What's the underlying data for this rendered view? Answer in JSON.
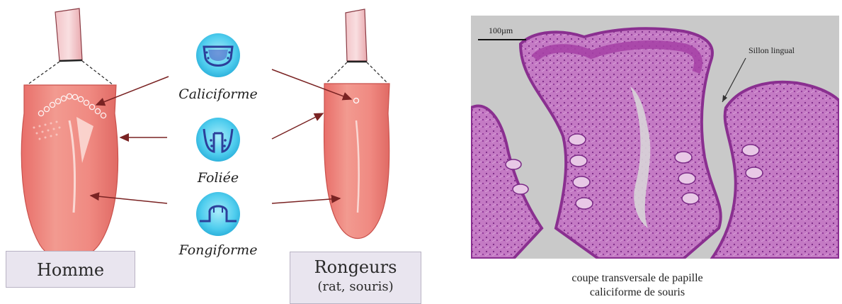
{
  "papillae": [
    {
      "label": "Caliciforme",
      "icon": "circumvallate-papilla-icon"
    },
    {
      "label": "Foliée",
      "icon": "foliate-papilla-icon"
    },
    {
      "label": "Fongiforme",
      "icon": "fungiform-papilla-icon"
    }
  ],
  "species": {
    "human": {
      "name": "Homme"
    },
    "rodent": {
      "name": "Rongeurs",
      "detail": "(rat, souris)"
    }
  },
  "micrograph": {
    "scale_bar": "100µm",
    "annotation": "Sillon lingual",
    "caption_line1": "coupe transversale de papille",
    "caption_line2": "caliciforme de souris"
  },
  "colors": {
    "tongue": "#f08a82",
    "arrow": "#7a2323",
    "icon_bg": "#4fcdee",
    "tissue": "#a63fa8",
    "background_gray": "#c9c9c9",
    "species_box": "#e9e5ef"
  }
}
